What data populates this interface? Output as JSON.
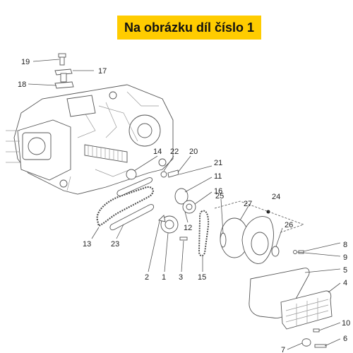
{
  "banner": {
    "text": "Na obrázku díl číslo 1",
    "color": "#ffcc00"
  },
  "callouts": [
    {
      "id": "c19",
      "label": "19"
    },
    {
      "id": "c17",
      "label": "17"
    },
    {
      "id": "c18",
      "label": "18"
    },
    {
      "id": "c14",
      "label": "14"
    },
    {
      "id": "c22",
      "label": "22"
    },
    {
      "id": "c20",
      "label": "20"
    },
    {
      "id": "c21",
      "label": "21"
    },
    {
      "id": "c11",
      "label": "11"
    },
    {
      "id": "c16",
      "label": "16"
    },
    {
      "id": "c25",
      "label": "25"
    },
    {
      "id": "c24",
      "label": "24"
    },
    {
      "id": "c27",
      "label": "27"
    },
    {
      "id": "c12",
      "label": "12"
    },
    {
      "id": "c26",
      "label": "26"
    },
    {
      "id": "c13",
      "label": "13"
    },
    {
      "id": "c23",
      "label": "23"
    },
    {
      "id": "c2",
      "label": "2"
    },
    {
      "id": "c1",
      "label": "1"
    },
    {
      "id": "c3",
      "label": "3"
    },
    {
      "id": "c15",
      "label": "15"
    },
    {
      "id": "c8",
      "label": "8"
    },
    {
      "id": "c9",
      "label": "9"
    },
    {
      "id": "c5",
      "label": "5"
    },
    {
      "id": "c4",
      "label": "4"
    },
    {
      "id": "c10",
      "label": "10"
    },
    {
      "id": "c7",
      "label": "7"
    },
    {
      "id": "c6",
      "label": "6"
    }
  ]
}
